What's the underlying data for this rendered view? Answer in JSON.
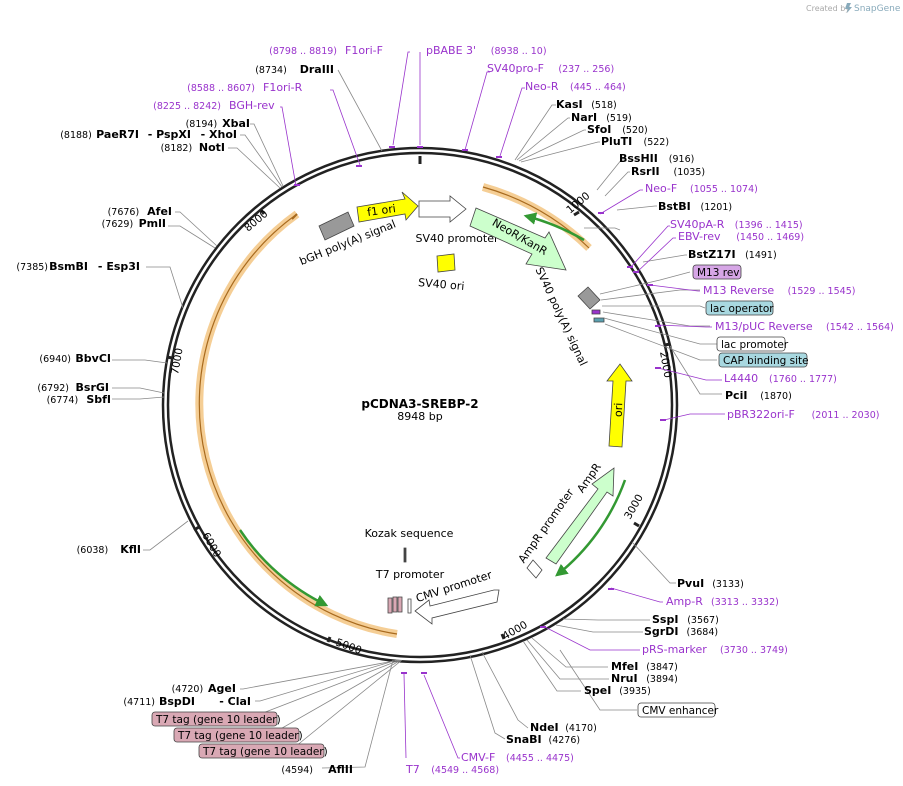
{
  "brand": {
    "created_by": "Created by",
    "name": "SnapGene"
  },
  "plasmid": {
    "name": "pCDNA3-SREBP-2",
    "size": "8948 bp",
    "length": 8948
  },
  "ticks": [
    "1000",
    "2000",
    "3000",
    "4000",
    "5000",
    "6000",
    "7000",
    "8000"
  ],
  "restriction_sites": [
    {
      "name": "KasI",
      "pos": "(518)"
    },
    {
      "name": "NarI",
      "pos": "(519)"
    },
    {
      "name": "SfoI",
      "pos": "(520)"
    },
    {
      "name": "PluTI",
      "pos": "(522)"
    },
    {
      "name": "BssHII",
      "pos": "(916)"
    },
    {
      "name": "RsrII",
      "pos": "(1035)"
    },
    {
      "name": "BstBI",
      "pos": "(1201)"
    },
    {
      "name": "BstZ17I",
      "pos": "(1491)"
    },
    {
      "name": "PciI",
      "pos": "(1870)"
    },
    {
      "name": "PvuI",
      "pos": "(3133)"
    },
    {
      "name": "SspI",
      "pos": "(3567)"
    },
    {
      "name": "SgrDI",
      "pos": "(3684)"
    },
    {
      "name": "MfeI",
      "pos": "(3847)"
    },
    {
      "name": "NruI",
      "pos": "(3894)"
    },
    {
      "name": "SpeI",
      "pos": "(3935)"
    },
    {
      "name": "NdeI",
      "pos": "(4170)"
    },
    {
      "name": "SnaBI",
      "pos": "(4276)"
    },
    {
      "name": "AflII",
      "pos": "(4594)"
    },
    {
      "name": "BspDI",
      "pos": "(4711)"
    },
    {
      "name": "- ClaI",
      "pos": ""
    },
    {
      "name": "AgeI",
      "pos": "(4720)"
    },
    {
      "name": "KflI",
      "pos": "(6038)"
    },
    {
      "name": "BsrGI",
      "pos": "(6792)"
    },
    {
      "name": "SbfI",
      "pos": "(6774)"
    },
    {
      "name": "BbvCI",
      "pos": "(6940)"
    },
    {
      "name": "BsmBI",
      "pos": "(7385)"
    },
    {
      "name": "- Esp3I",
      "pos": ""
    },
    {
      "name": "PmlI",
      "pos": "(7629)"
    },
    {
      "name": "AfeI",
      "pos": "(7676)"
    },
    {
      "name": "NotI",
      "pos": "(8182)"
    },
    {
      "name": "PaeR7I",
      "pos": "(8188)"
    },
    {
      "name": "- PspXI",
      "pos": ""
    },
    {
      "name": "- XhoI",
      "pos": ""
    },
    {
      "name": "XbaI",
      "pos": "(8194)"
    },
    {
      "name": "DraIII",
      "pos": "(8734)"
    }
  ],
  "primers": [
    {
      "name": "F1ori-F",
      "pos": "(8798 .. 8819)"
    },
    {
      "name": "pBABE 3'",
      "pos": "(8938 .. 10)"
    },
    {
      "name": "SV40pro-F",
      "pos": "(237 .. 256)"
    },
    {
      "name": "Neo-R",
      "pos": "(445 .. 464)"
    },
    {
      "name": "F1ori-R",
      "pos": "(8588 .. 8607)"
    },
    {
      "name": "BGH-rev",
      "pos": "(8225 .. 8242)"
    },
    {
      "name": "Neo-F",
      "pos": "(1055 .. 1074)"
    },
    {
      "name": "SV40pA-R",
      "pos": "(1396 .. 1415)"
    },
    {
      "name": "EBV-rev",
      "pos": "(1450 .. 1469)"
    },
    {
      "name": "M13 Reverse",
      "pos": "(1529 .. 1545)"
    },
    {
      "name": "M13/pUC Reverse",
      "pos": "(1542 .. 1564)"
    },
    {
      "name": "L4440",
      "pos": "(1760 .. 1777)"
    },
    {
      "name": "pBR322ori-F",
      "pos": "(2011 .. 2030)"
    },
    {
      "name": "Amp-R",
      "pos": "(3313 .. 3332)"
    },
    {
      "name": "pRS-marker",
      "pos": "(3730 .. 3749)"
    },
    {
      "name": "CMV-F",
      "pos": "(4455 .. 4475)"
    },
    {
      "name": "T7",
      "pos": "(4549 .. 4568)"
    }
  ],
  "badges": [
    {
      "name": "M13 rev",
      "color": "#d6a6e6"
    },
    {
      "name": "lac operator",
      "color": "#a8d8e0"
    },
    {
      "name": "lac promoter",
      "color": "#ffffff"
    },
    {
      "name": "CAP binding site",
      "color": "#a8d8e0"
    },
    {
      "name": "CMV enhancer",
      "color": "#ffffff"
    },
    {
      "name": "T7 tag (gene 10 leader)",
      "color": "#d9a8b4"
    }
  ],
  "features": [
    {
      "name": "f1 ori",
      "color": "#ffff00"
    },
    {
      "name": "SV40 promoter",
      "color": "#ffffff"
    },
    {
      "name": "NeoR/KanR",
      "color": "#ccffcc"
    },
    {
      "name": "SV40 poly(A) signal",
      "color": "#999999"
    },
    {
      "name": "bGH poly(A) signal",
      "color": "#999999"
    },
    {
      "name": "SV40 ori",
      "color": "#ffff00"
    },
    {
      "name": "ori",
      "color": "#ffff00"
    },
    {
      "name": "AmpR",
      "color": "#ccffcc"
    },
    {
      "name": "AmpR promoter",
      "color": "#ffffff"
    },
    {
      "name": "CMV promoter",
      "color": "#ffffff"
    },
    {
      "name": "T7 promoter",
      "color": "#ffffff"
    },
    {
      "name": "Kozak sequence",
      "color": "#ffffff"
    }
  ],
  "colors": {
    "primer": "#9933cc",
    "orf": "#f2c27a",
    "orf_arrow": "#339933",
    "backbone": "#222222"
  }
}
